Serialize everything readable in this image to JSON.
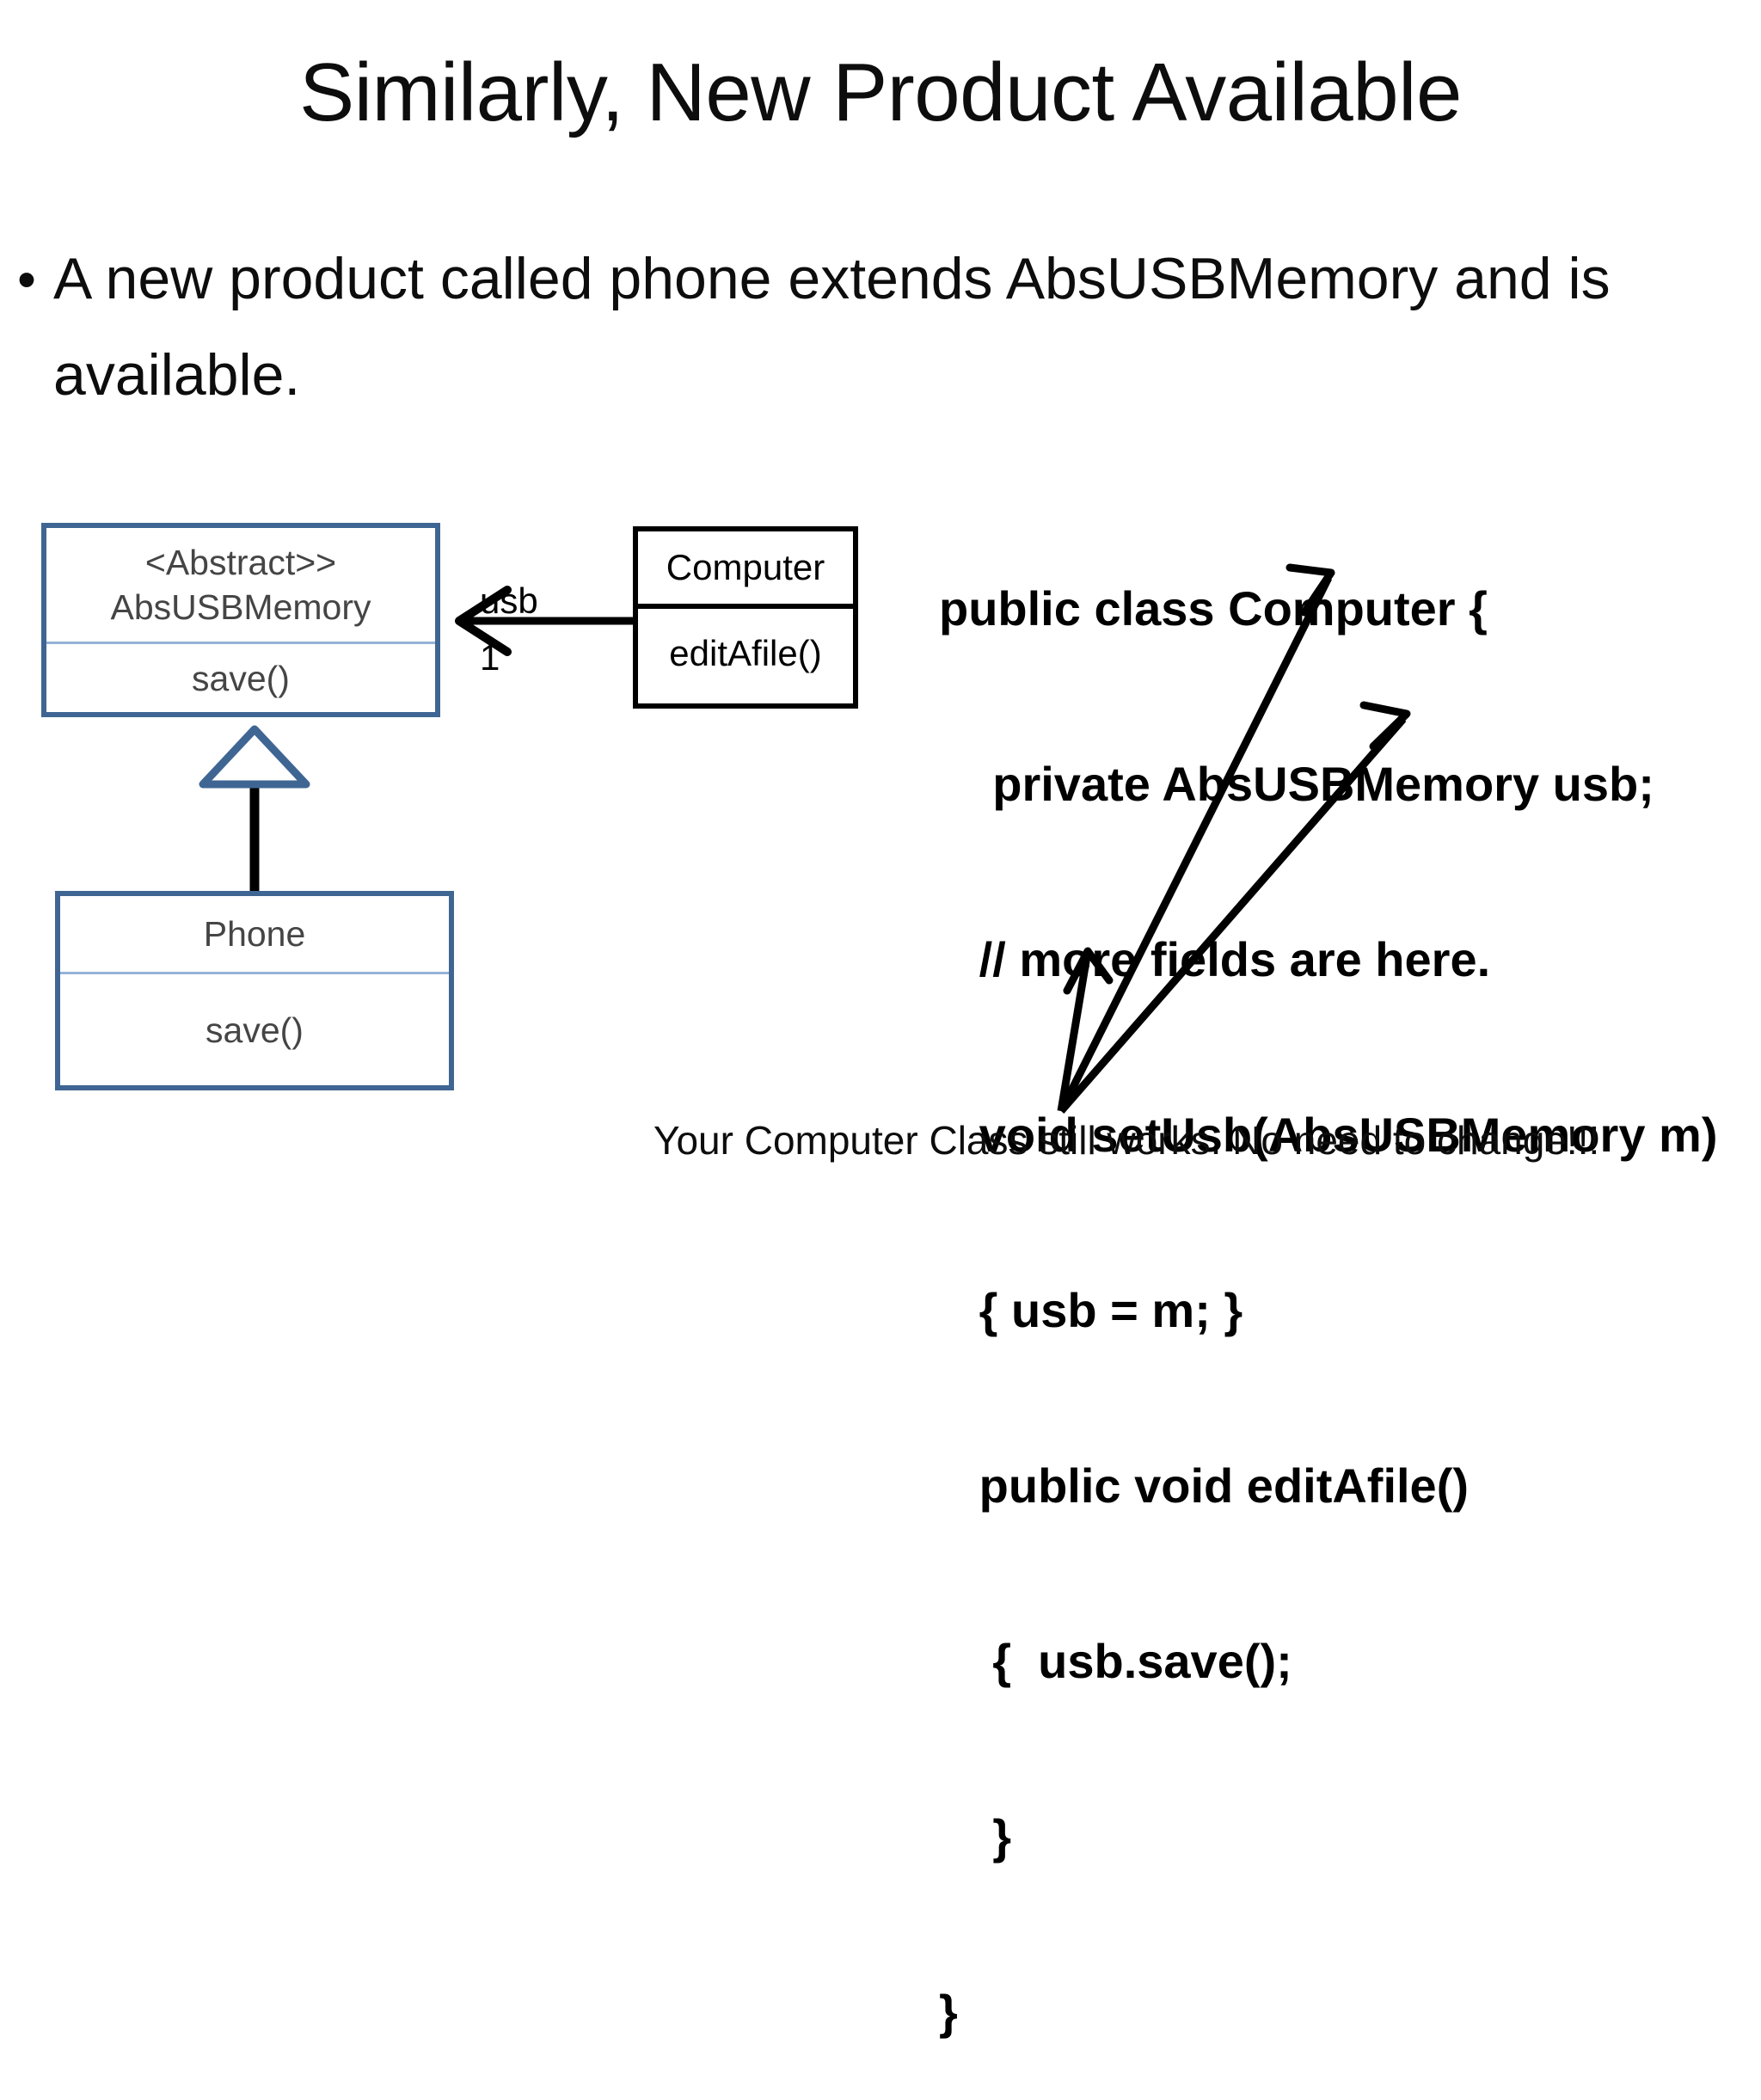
{
  "slide": {
    "title": "Similarly, New Product Available",
    "bullet_marker": "•",
    "bullet_text": "A new product called phone extends AbsUSBMemory and is available."
  },
  "diagram": {
    "abstract_class": {
      "stereotype_and_name": "<Abstract>>\nAbsUSBMemory",
      "methods": "save()"
    },
    "phone_class": {
      "name": "Phone",
      "methods": "save()"
    },
    "computer_class": {
      "name": "Computer",
      "methods": "editAfile()"
    },
    "association": {
      "role_label": "usb",
      "multiplicity": "1"
    },
    "colors": {
      "class_box_blue": "#3f6693",
      "class_divider_blue": "#95b3d7",
      "class_text_gray": "#454545",
      "black": "#000000",
      "background": "#ffffff"
    }
  },
  "code": {
    "lines": [
      "public class Computer {",
      "    private AbsUSBMemory usb;",
      "   // more fields are here.",
      "   void setUsb(AbsUSBMemory m)",
      "   { usb = m; }",
      "   public void editAfile()",
      "    {  usb.save();",
      "    }",
      "}"
    ]
  },
  "caption": {
    "text": "Your Computer Class still works. No need to change!!!"
  }
}
